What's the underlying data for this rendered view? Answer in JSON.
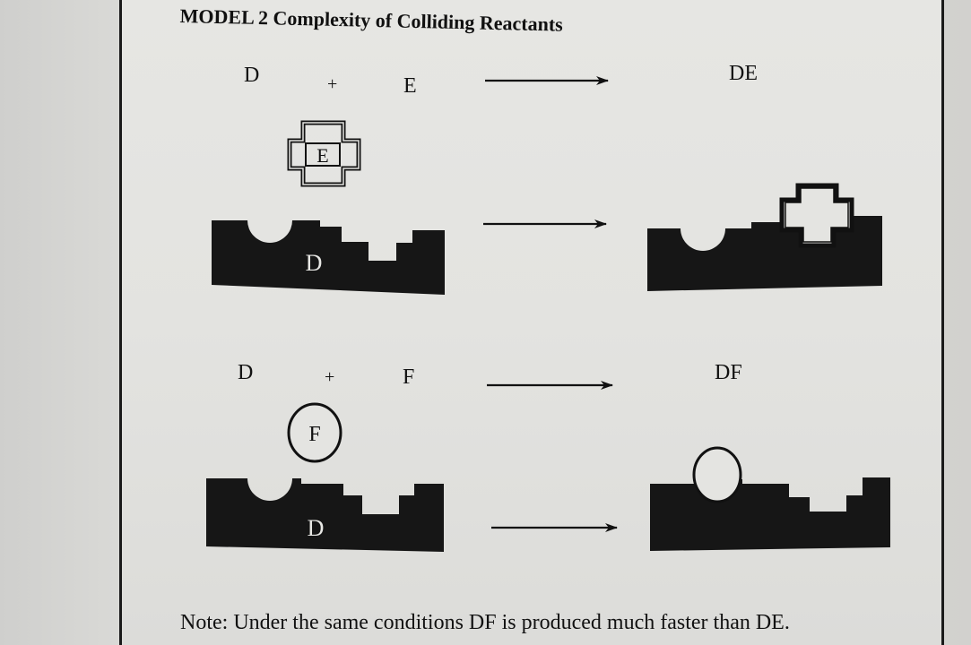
{
  "title": "MODEL 2 Complexity of Colliding Reactants",
  "reaction_1": {
    "reactant_a": "D",
    "plus": "+",
    "reactant_b": "E",
    "product": "DE",
    "piece_label": "E",
    "base_label": "D"
  },
  "reaction_2": {
    "reactant_a": "D",
    "plus": "+",
    "reactant_b": "F",
    "product": "DF",
    "piece_label": "F",
    "base_label": "D"
  },
  "note": "Note: Under the same conditions DF is produced much faster than DE.",
  "colors": {
    "ink": "#111111",
    "paper": "#e4e4e1"
  }
}
